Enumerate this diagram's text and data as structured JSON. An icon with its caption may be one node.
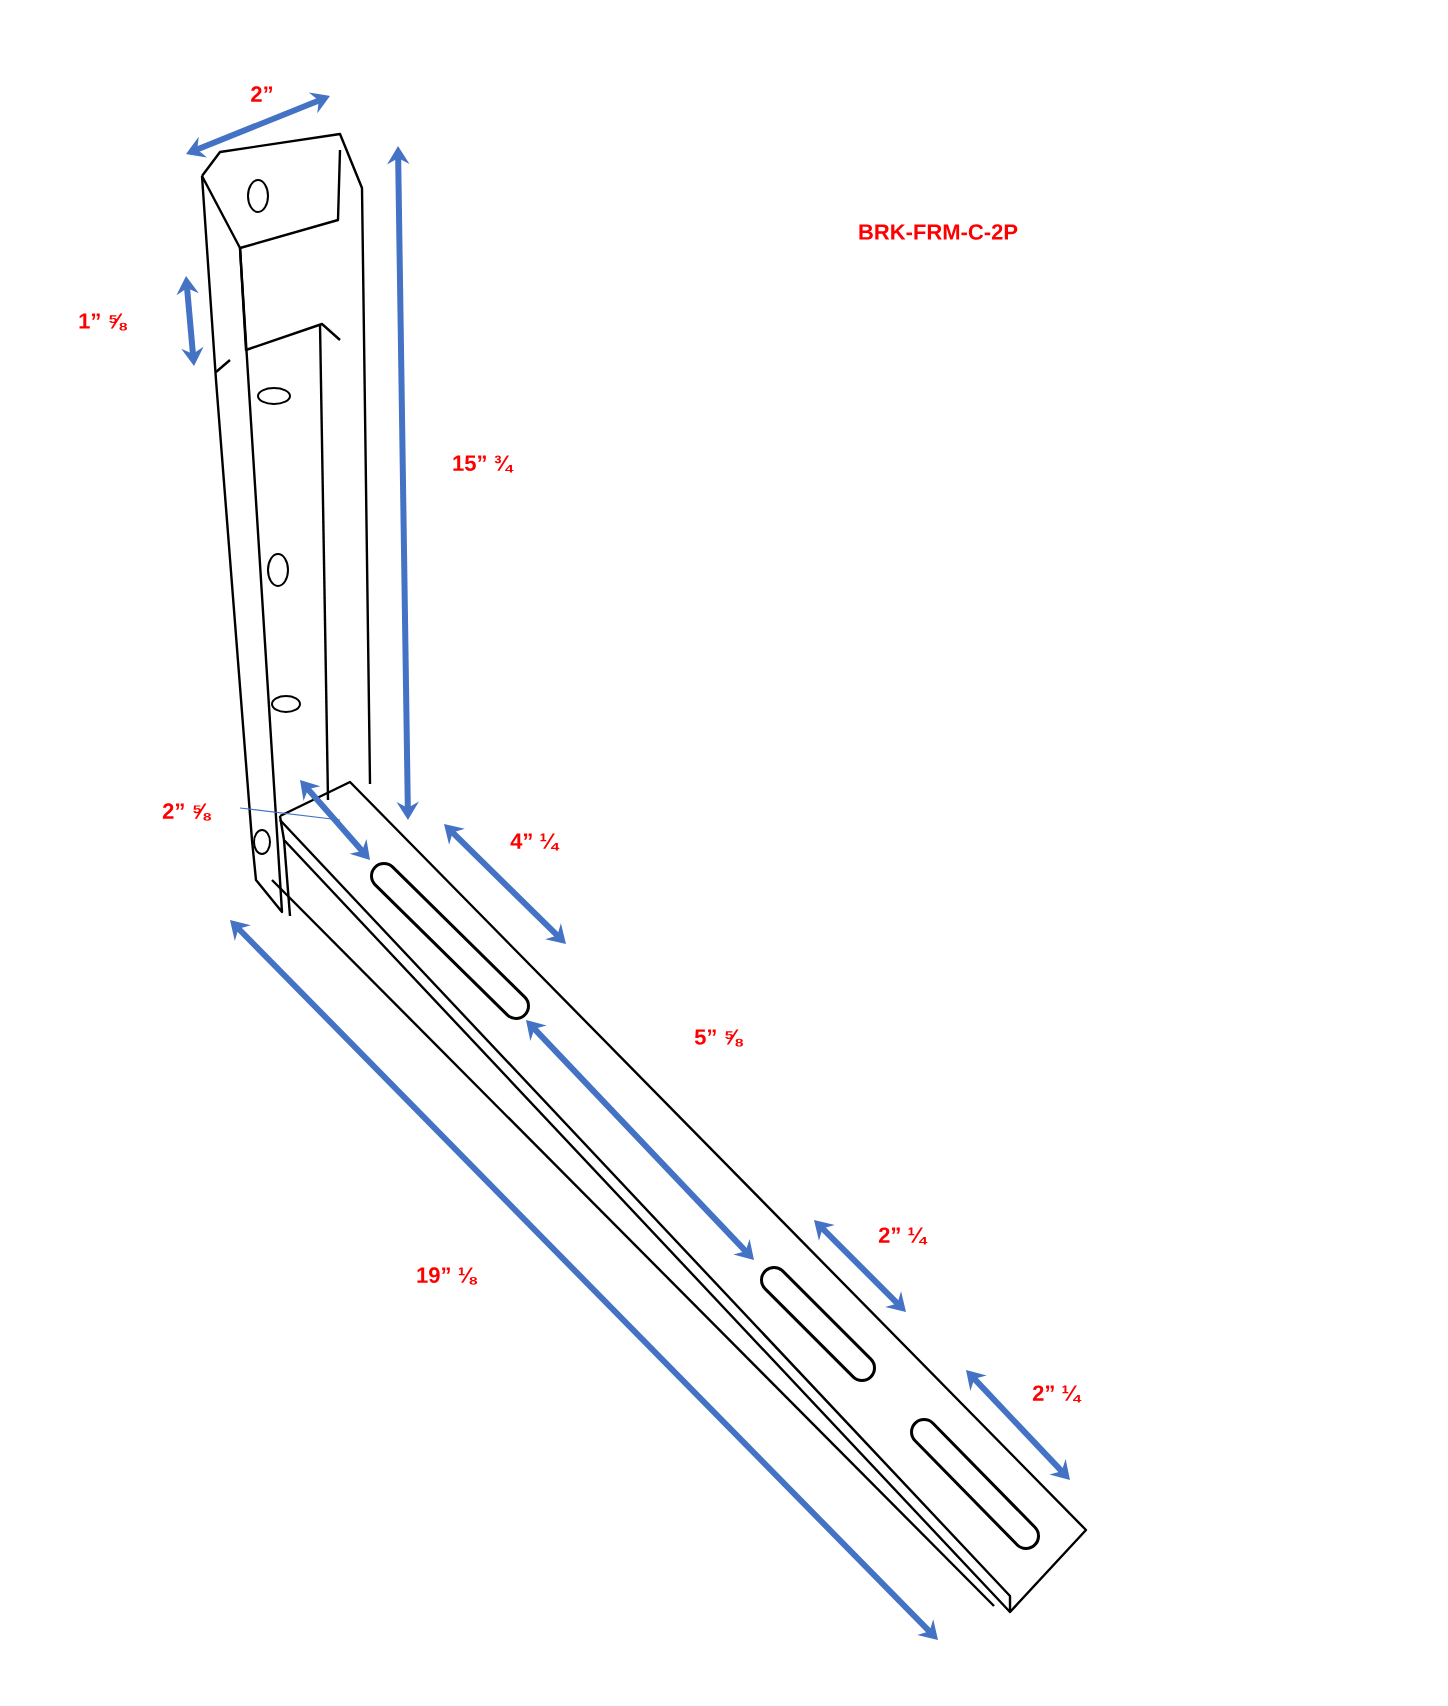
{
  "diagram": {
    "labels": [
      "2”",
      "1” ⅝",
      "15” ¾",
      "BRK-FRM-C-2P",
      "2” ⅝",
      "4” ¼",
      "5” ⅝",
      "2” ¼",
      "2” ¼",
      "19” ⅛"
    ]
  }
}
